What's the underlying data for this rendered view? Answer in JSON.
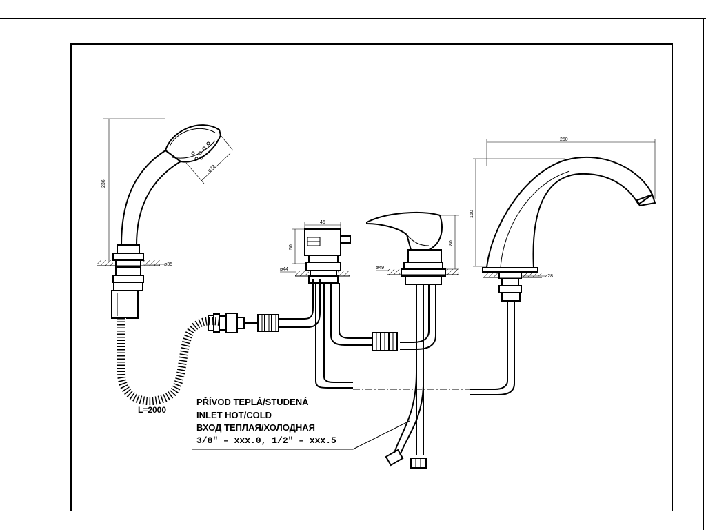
{
  "drawing": {
    "dimensions": {
      "handshower_height": "236",
      "handshower_head_diameter": "ø72",
      "handshower_hole": "ø35",
      "diverter_width": "46",
      "diverter_height": "50",
      "diverter_hole": "ø44",
      "mixer_hole": "ø49",
      "mixer_height": "80",
      "spout_length": "250",
      "spout_height": "160",
      "spout_hole": "ø28"
    },
    "hose_length": "L=2000",
    "inlet_note": {
      "line1": "PŘÍVOD TEPLÁ/STUDENÁ",
      "line2": "INLET HOT/COLD",
      "line3": "ВХОД ТЕПЛАЯ/ХОЛОДНАЯ",
      "line4": "3/8\" – xxx.0, 1/2\" – xxx.5"
    }
  }
}
